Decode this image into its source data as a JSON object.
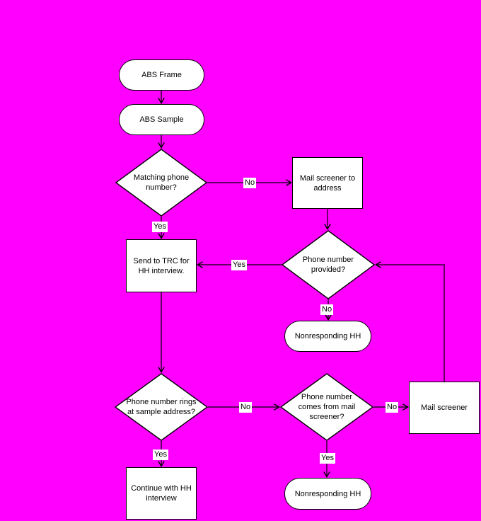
{
  "colors": {
    "background": "#FF00FF",
    "node_fill": "#FFFFFF",
    "line": "#000000",
    "edge_label_background": "#FFFFFF",
    "text": "#000000"
  },
  "diagram": {
    "type": "flowchart"
  },
  "nodes": {
    "abs_frame": {
      "label": "ABS Frame",
      "shape": "terminator"
    },
    "abs_sample": {
      "label": "ABS Sample",
      "shape": "terminator"
    },
    "matching_phone_number": {
      "label": "Matching phone\nnumber?",
      "shape": "decision"
    },
    "mail_screener_to_address": {
      "label": "Mail screener to\naddress",
      "shape": "process"
    },
    "send_to_trc": {
      "label": "Send to TRC for\nHH interview.",
      "shape": "process"
    },
    "phone_number_provided": {
      "label": "Phone number\nprovided?",
      "shape": "decision"
    },
    "nonresponding_hh_upper": {
      "label": "Nonresponding HH",
      "shape": "terminator"
    },
    "phone_number_rings": {
      "label": "Phone number rings\nat sample address?",
      "shape": "decision"
    },
    "phone_number_from_mail_screener": {
      "label": "Phone number\ncomes from mail\nscreener?",
      "shape": "decision"
    },
    "mail_screener": {
      "label": "Mail screener",
      "shape": "process"
    },
    "continue_with_hh_interview": {
      "label": "Continue with HH\ninterview",
      "shape": "process"
    },
    "nonresponding_hh_lower": {
      "label": "Nonresponding HH",
      "shape": "terminator"
    }
  },
  "edge_labels": {
    "matching_no": "No",
    "matching_yes": "Yes",
    "provided_yes": "Yes",
    "provided_no": "No",
    "rings_no": "No",
    "rings_yes": "Yes",
    "from_mail_no": "No",
    "from_mail_yes": "Yes"
  }
}
